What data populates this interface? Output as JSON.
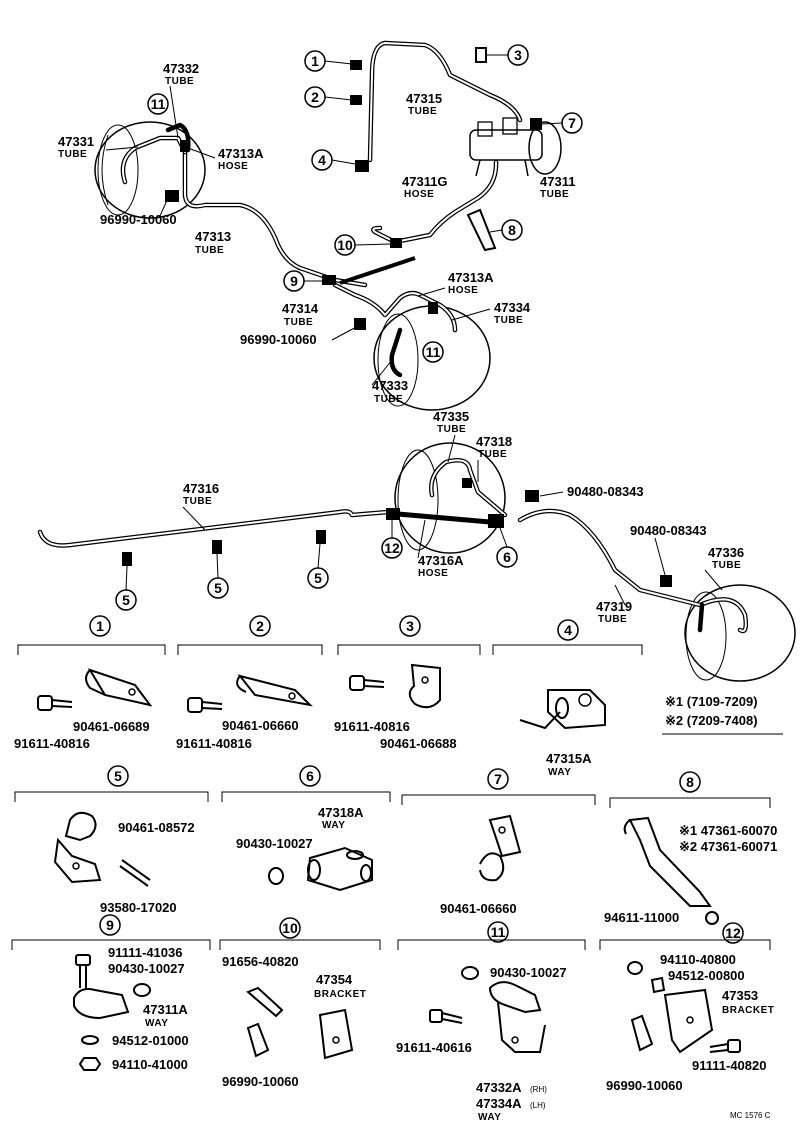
{
  "front_parts": {
    "t47332": {
      "num": "47332",
      "type": "TUBE"
    },
    "t47331": {
      "num": "47331",
      "type": "TUBE"
    },
    "t47313A_l": {
      "num": "47313A",
      "type": "HOSE"
    },
    "clip_l": {
      "num": "96990-10060"
    },
    "t47313": {
      "num": "47313",
      "type": "TUBE"
    },
    "t47315": {
      "num": "47315",
      "type": "TUBE"
    },
    "t47311G": {
      "num": "47311G",
      "type": "HOSE"
    },
    "t47311": {
      "num": "47311",
      "type": "TUBE"
    },
    "t47313A_r": {
      "num": "47313A",
      "type": "HOSE"
    },
    "t47314": {
      "num": "47314",
      "type": "TUBE"
    },
    "t47334": {
      "num": "47334",
      "type": "TUBE"
    },
    "clip_r": {
      "num": "96990-10060"
    },
    "t47333": {
      "num": "47333",
      "type": "TUBE"
    }
  },
  "rear_parts": {
    "t47335": {
      "num": "47335",
      "type": "TUBE"
    },
    "t47318": {
      "num": "47318",
      "type": "TUBE"
    },
    "t47316": {
      "num": "47316",
      "type": "TUBE"
    },
    "t47316A": {
      "num": "47316A",
      "type": "HOSE"
    },
    "p90480a": {
      "num": "90480-08343"
    },
    "p90480b": {
      "num": "90480-08343"
    },
    "t47336": {
      "num": "47336",
      "type": "TUBE"
    },
    "t47319": {
      "num": "47319",
      "type": "TUBE"
    }
  },
  "callouts": [
    "1",
    "2",
    "3",
    "4",
    "5",
    "6",
    "7",
    "8",
    "9",
    "10",
    "11",
    "12"
  ],
  "details": {
    "d1": {
      "title": "1",
      "parts": [
        "90461-06689",
        "91611-40816"
      ]
    },
    "d2": {
      "title": "2",
      "parts": [
        "90461-06660",
        "91611-40816"
      ]
    },
    "d3": {
      "title": "3",
      "parts": [
        "91611-40816",
        "90461-06688"
      ]
    },
    "d4": {
      "title": "4",
      "num": "47315A",
      "type": "WAY"
    },
    "d5": {
      "title": "5",
      "parts": [
        "90461-08572",
        "93580-17020"
      ]
    },
    "d6": {
      "title": "6",
      "num": "47318A",
      "type": "WAY",
      "parts": [
        "90430-10027"
      ]
    },
    "d7": {
      "title": "7",
      "parts": [
        "90461-06660"
      ]
    },
    "d8": {
      "title": "8",
      "parts": [
        "※1 47361-60070",
        "※2 47361-60071",
        "94611-11000"
      ]
    },
    "d9": {
      "title": "9",
      "parts": [
        "91111-41036",
        "90430-10027",
        "94512-01000",
        "94110-41000"
      ],
      "num": "47311A",
      "type": "WAY"
    },
    "d10": {
      "title": "10",
      "parts": [
        "91656-40820",
        "96990-10060"
      ],
      "num": "47354",
      "type": "BRACKET"
    },
    "d11": {
      "title": "11",
      "parts": [
        "90430-10027",
        "91611-40616"
      ],
      "num_rh": "47332A",
      "rh": "(RH)",
      "num_lh": "47334A",
      "lh": "(LH)",
      "type": "WAY"
    },
    "d12": {
      "title": "12",
      "parts": [
        "94110-40800",
        "94512-00800",
        "91111-40820",
        "96990-10060"
      ],
      "num": "47353",
      "type": "BRACKET"
    }
  },
  "legend": {
    "l1": "※1 (7109-7209)",
    "l2": "※2 (7209-7408)"
  },
  "footer": "MC 1576 C"
}
